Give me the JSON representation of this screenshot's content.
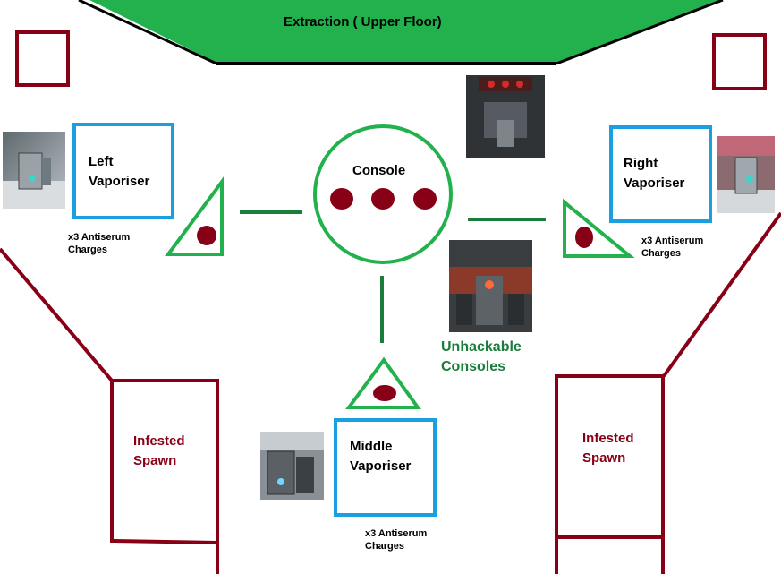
{
  "extraction": {
    "label": "Extraction ( Upper Floor)"
  },
  "console": {
    "label": "Console",
    "dot_count": 3
  },
  "vaporisers": {
    "left": {
      "line1": "Left",
      "line2": "Vaporiser",
      "charges_line1": "x3 Antiserum",
      "charges_line2": "Charges"
    },
    "right": {
      "line1": "Right",
      "line2": "Vaporiser",
      "charges_line1": "x3 Antiserum",
      "charges_line2": "Charges"
    },
    "middle": {
      "line1": "Middle",
      "line2": "Vaporiser",
      "charges_line1": "x3 Antiserum",
      "charges_line2": "Charges"
    }
  },
  "infested_spawns": {
    "left": {
      "line1": "Infested",
      "line2": "Spawn"
    },
    "right": {
      "line1": "Infested",
      "line2": "Spawn"
    }
  },
  "unhackable": {
    "line1": "Unhackable",
    "line2": "Consoles"
  },
  "colors": {
    "extraction_fill": "#22b14c",
    "wall": "#880015",
    "vaporiser_box": "#1b9fe0",
    "triangle": "#22b14c",
    "connector": "#1a7d3c",
    "dot": "#880015",
    "label_green": "#1a7d3c",
    "label_red": "#880015"
  },
  "icons": [
    "vaporiser-photo",
    "console-photo",
    "unhackable-console-photo"
  ]
}
